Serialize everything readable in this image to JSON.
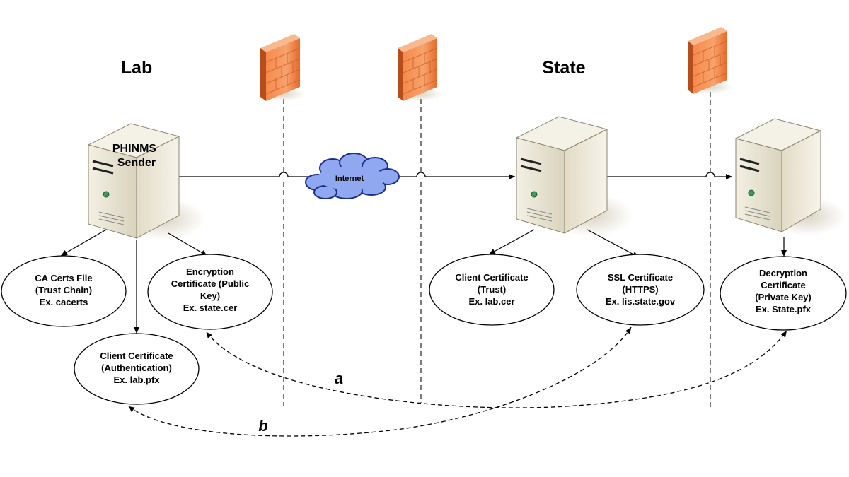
{
  "sites": {
    "lab": "Lab",
    "state": "State"
  },
  "sender": {
    "line1": "PHINMS",
    "line2": "Sender"
  },
  "cloud": {
    "label": "Internet"
  },
  "certs": {
    "ca_certs": [
      "CA Certs File",
      "(Trust Chain)",
      "Ex. cacerts"
    ],
    "encryption": [
      "Encryption",
      "Certificate (Public",
      "Key)",
      "Ex. state.cer"
    ],
    "client_auth": [
      "Client Certificate",
      "(Authentication)",
      "Ex. lab.pfx"
    ],
    "client_trust": [
      "Client Certificate",
      "(Trust)",
      "Ex. lab.cer"
    ],
    "ssl": [
      "SSL Certificate",
      "(HTTPS)",
      "Ex. lis.state.gov"
    ],
    "decryption": [
      "Decryption",
      "Certificate",
      "(Private Key)",
      "Ex. State.pfx"
    ]
  },
  "pair_labels": {
    "a": "a",
    "b": "b"
  },
  "icons": {
    "server": "server-tower-icon",
    "firewall": "firewall-brick-icon",
    "cloud": "internet-cloud-icon"
  },
  "colors": {
    "firewall_front": "#f07a3c",
    "firewall_side": "#b84d1c",
    "cloud_fill": "#8fa8f0",
    "cloud_stroke": "#1c2e8c",
    "server_body": "#e8e4d2",
    "line": "#000000"
  }
}
